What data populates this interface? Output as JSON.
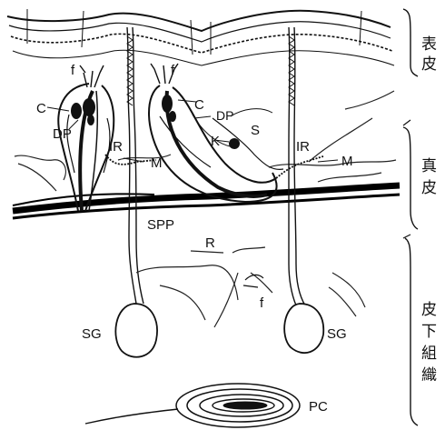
{
  "layers": {
    "epidermis": "表皮",
    "dermis": "真皮",
    "subcutis_1": "皮",
    "subcutis_2": "下",
    "subcutis_3": "組",
    "subcutis_4": "織"
  },
  "labels": {
    "f_left": "f",
    "f_right": "f",
    "f_lower": "f",
    "c_left": "C",
    "c_right": "C",
    "dp_left": "DP",
    "dp_right": "DP",
    "ir_left": "IR",
    "ir_right": "IR",
    "m_left": "M",
    "m_right": "M",
    "k": "K",
    "s": "S",
    "spp": "SPP",
    "r": "R",
    "sg_left": "SG",
    "sg_right": "SG",
    "pc": "PC"
  }
}
